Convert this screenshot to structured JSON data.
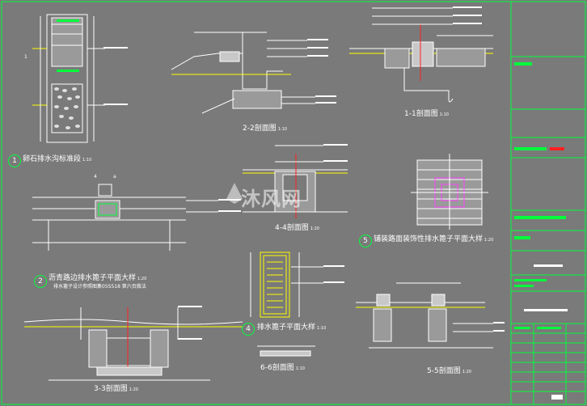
{
  "colors": {
    "background": "#7a7a7a",
    "frame": "#00ff3a",
    "lines": "#ffffff",
    "accent": "#ffff00",
    "marker": "#ff2020",
    "hatch": "#c8c8c8"
  },
  "details": {
    "d1": {
      "num": "1",
      "title": "卵石排水沟标准段",
      "scale": "1:10"
    },
    "d2": {
      "num": "2",
      "title": "沥青路边排水篦子平面大样",
      "scale": "1:20",
      "note": "排水篦子设计参照图集05S518  第六页做法"
    },
    "d3": {
      "title": "3-3剖面图",
      "scale": "1:20"
    },
    "d4": {
      "num": "4",
      "title": "排水篦子平面大样",
      "scale": "1:10"
    },
    "d5": {
      "num": "5",
      "title": "铺装路面装饰性排水篦子平面大样",
      "scale": "1:20"
    },
    "s22": {
      "title": "2-2剖面图",
      "scale": "1:10"
    },
    "s11": {
      "title": "1-1剖面图",
      "scale": "1:10"
    },
    "s44": {
      "title": "4-4剖面图",
      "scale": "1:20"
    },
    "s66": {
      "title": "6-6剖面图",
      "scale": "1:10"
    },
    "s55": {
      "title": "5-5剖面图",
      "scale": "1:20"
    }
  },
  "watermark": "沐风网",
  "marks": {
    "m1": "1",
    "m4": "4",
    "a": "a"
  }
}
